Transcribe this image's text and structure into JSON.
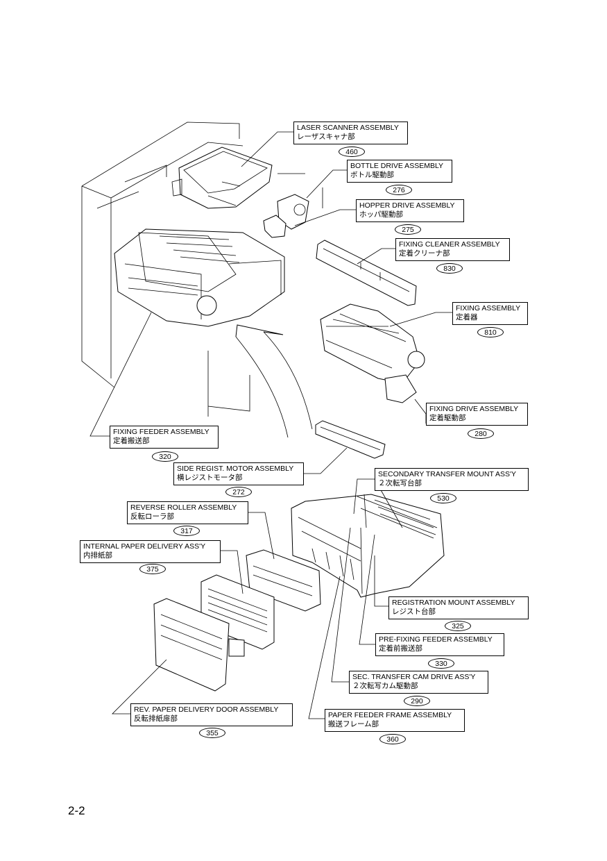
{
  "assemblies": [
    {
      "name_en": "LASER SCANNER ASSEMBLY",
      "name_ja": "レーザスキャナ部",
      "ref": "460"
    },
    {
      "name_en": "BOTTLE DRIVE ASSEMBLY",
      "name_ja": "ボトル駆動部",
      "ref": "276"
    },
    {
      "name_en": "HOPPER DRIVE ASSEMBLY",
      "name_ja": "ホッパ駆動部",
      "ref": "275"
    },
    {
      "name_en": "FIXING CLEANER ASSEMBLY",
      "name_ja": "定着クリーナ部",
      "ref": "830"
    },
    {
      "name_en": "FIXING ASSEMBLY",
      "name_ja": "定着器",
      "ref": "810"
    },
    {
      "name_en": "FIXING DRIVE ASSEMBLY",
      "name_ja": "定着駆動部",
      "ref": "280"
    },
    {
      "name_en": "FIXING FEEDER ASSEMBLY",
      "name_ja": "定着搬送部",
      "ref": "320"
    },
    {
      "name_en": "SIDE REGIST. MOTOR ASSEMBLY",
      "name_ja": "横レジストモータ部",
      "ref": "272"
    },
    {
      "name_en": "SECONDARY TRANSFER MOUNT ASS'Y",
      "name_ja": "２次転写台部",
      "ref": "530"
    },
    {
      "name_en": "REVERSE ROLLER ASSEMBLY",
      "name_ja": "反転ローラ部",
      "ref": "317"
    },
    {
      "name_en": "INTERNAL PAPER DELIVERY ASS'Y",
      "name_ja": "内排紙部",
      "ref": "375"
    },
    {
      "name_en": "REGISTRATION MOUNT ASSEMBLY",
      "name_ja": "レジスト台部",
      "ref": "325"
    },
    {
      "name_en": "PRE-FIXING FEEDER ASSEMBLY",
      "name_ja": "定着前搬送部",
      "ref": "330"
    },
    {
      "name_en": "SEC. TRANSFER CAM DRIVE ASS'Y",
      "name_ja": "２次転写カム駆動部",
      "ref": "290"
    },
    {
      "name_en": "REV. PAPER DELIVERY DOOR ASSEMBLY",
      "name_ja": "反転排紙扉部",
      "ref": "355"
    },
    {
      "name_en": "PAPER FEEDER FRAME ASSEMBLY",
      "name_ja": "搬送フレーム部",
      "ref": "360"
    }
  ],
  "page_number": "2-2"
}
